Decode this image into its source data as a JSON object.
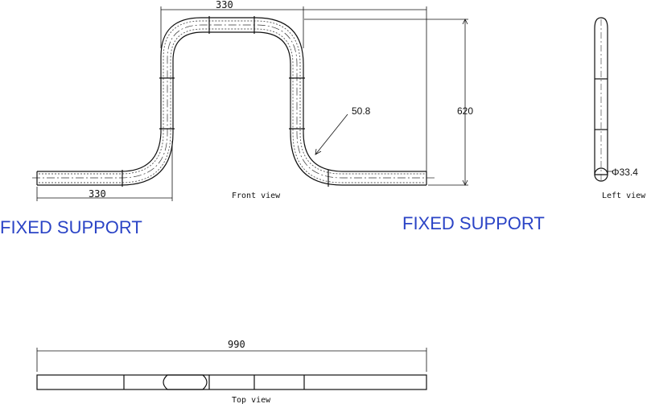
{
  "dimensions": {
    "top_span": "330",
    "left_leg": "330",
    "height": "620",
    "bend_radius": "50.8",
    "outer_diameter": "Φ33.4",
    "overall_length": "990"
  },
  "captions": {
    "front_view": "Front view",
    "left_view": "Left view",
    "top_view": "Top view"
  },
  "labels": {
    "fixed_support_left": "FIXED SUPPORT",
    "fixed_support_right": "FIXED SUPPORT"
  },
  "colors": {
    "label": "#2b44c6",
    "line": "#111111",
    "tube_hatch": "#555555"
  }
}
